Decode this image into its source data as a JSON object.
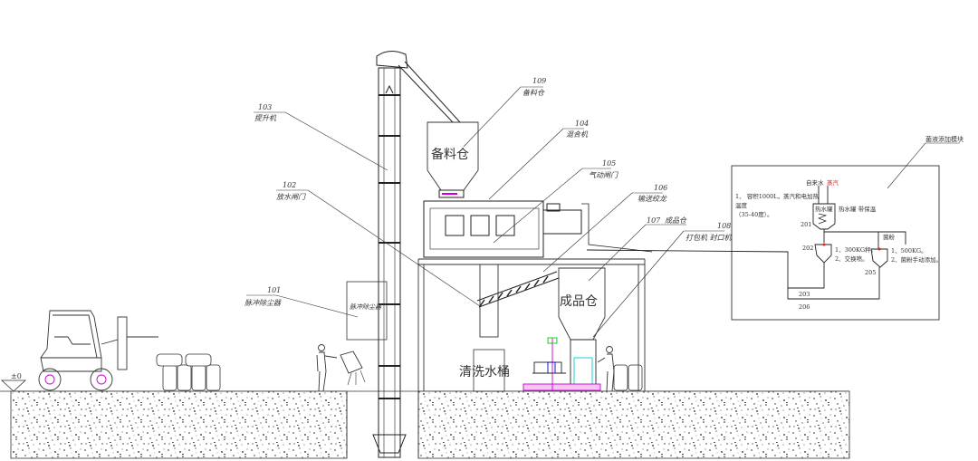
{
  "title": "菌液添加及包装生产线工艺流程图",
  "elevation_mark": "±0",
  "callouts": [
    {
      "id": "101",
      "label": "脉冲除尘器"
    },
    {
      "id": "102",
      "label": "放水闸门"
    },
    {
      "id": "103",
      "label": "提升机"
    },
    {
      "id": "104",
      "label": "混合机"
    },
    {
      "id": "105",
      "label": "气动闸门"
    },
    {
      "id": "106",
      "label": "输送绞龙"
    },
    {
      "id": "107",
      "label": "成品仓"
    },
    {
      "id": "108",
      "label": "打包机 封口机"
    },
    {
      "id": "109",
      "label": "备料仓"
    }
  ],
  "equipment_labels": {
    "dust_collector": "脉冲除尘器",
    "prep_bin": "备料仓",
    "product_bin": "成品仓",
    "wash_bucket": "清洗水桶"
  },
  "module": {
    "title": "菌液添加模块",
    "tap_water": "自来水",
    "steam": "蒸汽",
    "hot_tank_label": "热水罐",
    "hot_tank_note": "热水罐 带保温",
    "hot_tank_desc": [
      "1、 容积1000L，蒸汽和电加热",
      "温度",
      "（35-40度）。"
    ],
    "tank202_desc": [
      "1、300KG秤。",
      "2、交换喷。"
    ],
    "tank205_desc": [
      "1、500KG。",
      "2、菌粉手动添加。"
    ],
    "powder": "菌粉",
    "tags": [
      "201",
      "202",
      "203",
      "205",
      "206"
    ],
    "steam_color": "#e02020"
  }
}
